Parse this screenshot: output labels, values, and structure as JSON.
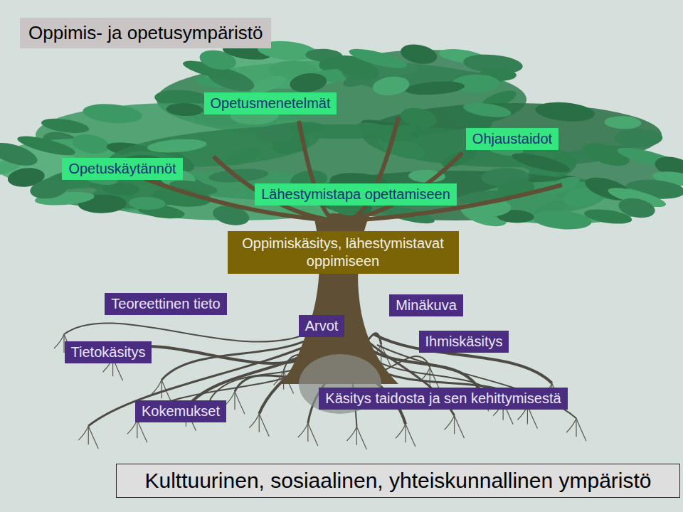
{
  "diagram": {
    "title": "Oppimis- ja opetusympäristö",
    "nodes": [
      {
        "text": [
          "Opetusmenetelmät"
        ]
      },
      {
        "text": [
          "Ohjaustaidot"
        ]
      },
      {
        "text": [
          "Opetuskäytännöt"
        ]
      },
      {
        "text": [
          "Lähestymistapa opettamiseen"
        ]
      },
      {
        "text": [
          "Oppimiskäsitys, lähestymistavat oppimiseen"
        ]
      },
      {
        "text": [
          "Teoreettinen tieto"
        ]
      },
      {
        "text": [
          "Minäkuva"
        ]
      },
      {
        "text": [
          "Arvot"
        ]
      },
      {
        "text": [
          "Tietokäsitys"
        ]
      },
      {
        "text": [
          "Ihmiskäsitys"
        ]
      },
      {
        "text": [
          "Kokemukset"
        ]
      },
      {
        "text": [
          "Käsitys taidosta ja sen kehittymisestä"
        ]
      },
      {
        "text": [
          "Kulttuurinen, sosiaalinen, yhteiskunnallinen ympäristö"
        ]
      }
    ],
    "edges": []
  }
}
